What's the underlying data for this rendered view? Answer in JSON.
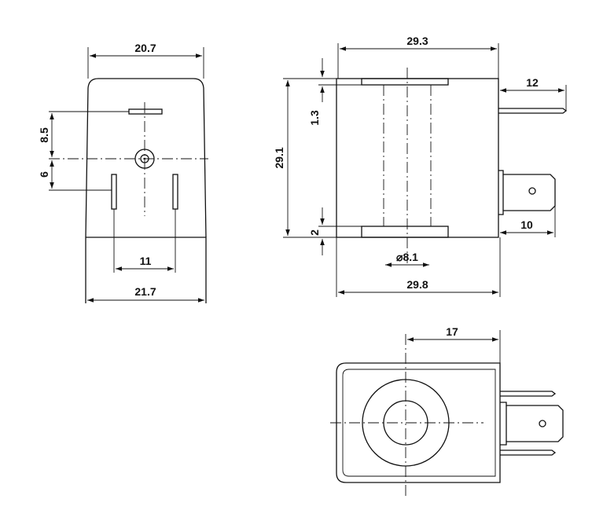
{
  "views": {
    "front": {
      "dim_top_width": "20.7",
      "dim_bottom_width": "21.7",
      "dim_pin_spacing": "11",
      "dim_upper_offset": "8.5",
      "dim_lower_offset": "6"
    },
    "side": {
      "dim_top_width": "29.3",
      "dim_bottom_width": "29.8",
      "dim_height": "29.1",
      "dim_flange_top": "1.3",
      "dim_flange_bottom": "2",
      "dim_bore": "⌀8.1",
      "dim_pin_top": "12",
      "dim_pin_bottom": "10"
    },
    "top": {
      "dim_center_to_pins": "17"
    }
  }
}
